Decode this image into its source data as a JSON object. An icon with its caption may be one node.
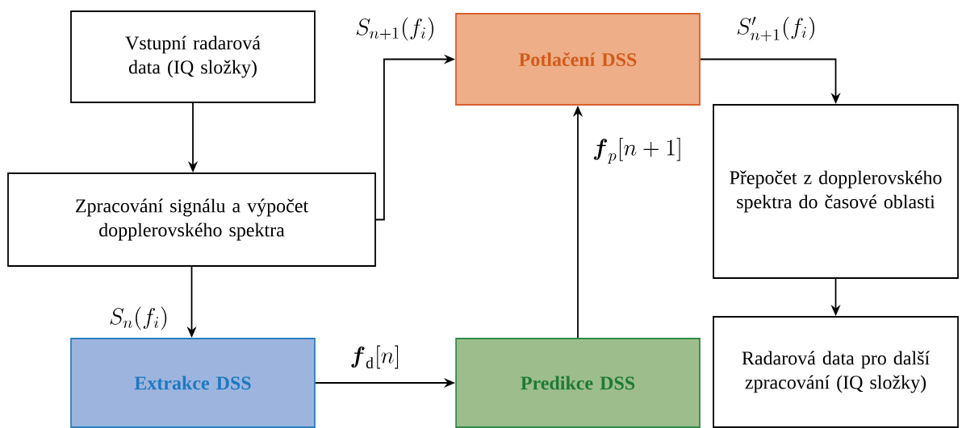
{
  "diagram": {
    "nodes": [
      {
        "text": [
          "Vstupní radarová data (IQ složky)"
        ]
      },
      {
        "text": [
          "Zpracování signálu a výpočet dopplerovského spektra"
        ]
      },
      {
        "text": [
          "Potlačení DSS"
        ]
      },
      {
        "text": [
          "Extrakce DSS"
        ]
      },
      {
        "text": [
          "Predikce DSS"
        ]
      },
      {
        "text": [
          "Přepočet z dopplerovského spektra do časové oblasti"
        ]
      },
      {
        "text": [
          "Radarová data pro další zpracování (IQ složky)"
        ]
      }
    ],
    "edges": [
      {
        "from": 0,
        "to": 1,
        "arrow": "to"
      },
      {
        "from": 1,
        "to": 2,
        "arrow": "to",
        "label": "S_{n+1}(f_i)"
      },
      {
        "from": 1,
        "to": 3,
        "arrow": "to",
        "label": "S_n(f_i)"
      },
      {
        "from": 3,
        "to": 4,
        "arrow": "to",
        "label": "\\boldsymbol{f}_{\\mathrm{d}}[n]"
      },
      {
        "from": 4,
        "to": 2,
        "arrow": "to",
        "label": "\\boldsymbol{f}_{p}[n+1]"
      },
      {
        "from": 2,
        "to": 5,
        "arrow": "to",
        "label": "S'_{n+1}(f_i)"
      },
      {
        "from": 5,
        "to": 6,
        "arrow": "to"
      }
    ]
  }
}
